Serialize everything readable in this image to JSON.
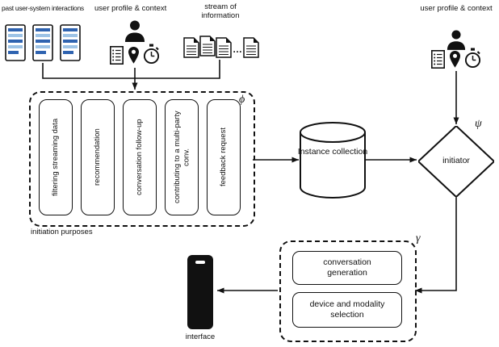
{
  "top_left": {
    "label": "past user-system interactions"
  },
  "top_center": {
    "label": "user profile & context"
  },
  "top_stream": {
    "label": "stream of information",
    "ellipsis": "…"
  },
  "top_right": {
    "label": "user profile & context"
  },
  "phi_group": {
    "symbol": "ϕ",
    "caption": "initiation purposes",
    "purposes": [
      "filtering streaming data",
      "recommendation",
      "conversation follow-up",
      "contributing to a multi-party conv.",
      "feedback request"
    ]
  },
  "instance_collection": {
    "label": "Instance collection"
  },
  "initiator": {
    "label": "initiator",
    "symbol": "ψ"
  },
  "gamma_group": {
    "symbol": "γ",
    "boxes": [
      "conversation generation",
      "device and modality selection"
    ]
  },
  "interface": {
    "label": "interface"
  },
  "icons": {
    "top_left": [
      "interaction-log-icon",
      "interaction-log-icon",
      "interaction-log-icon"
    ],
    "top_center": [
      "person-icon",
      "list-icon",
      "location-pin-icon",
      "stopwatch-icon"
    ],
    "top_stream": [
      "document-icon",
      "document-icon",
      "document-icon",
      "document-icon"
    ],
    "top_right": [
      "person-icon",
      "list-icon",
      "location-pin-icon",
      "stopwatch-icon"
    ],
    "interface": "smartphone-icon"
  },
  "colors": {
    "stripe_dark": "#2f63b0",
    "stripe_light": "#9dc3e6",
    "line": "#111111"
  }
}
